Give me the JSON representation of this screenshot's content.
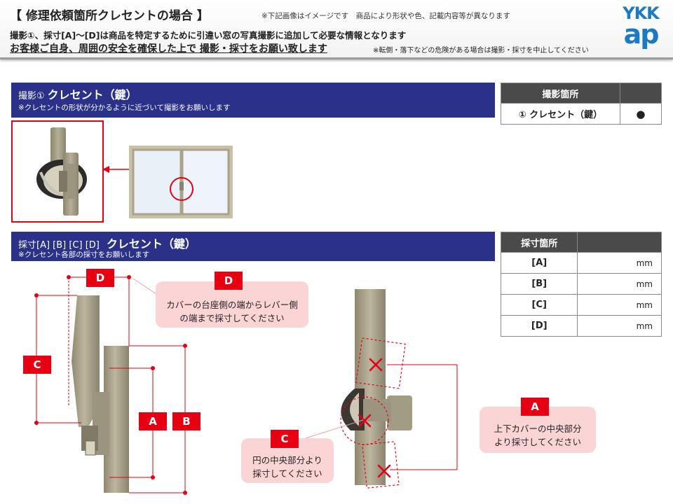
{
  "header": {
    "title": "【 修理依頼箇所クレセントの場合 】",
    "title_note": "※下記画像はイメージです　商品により形状や色、記載内容等が異なります",
    "line1": "撮影①、採寸[A]～[D]は商品を特定するために引違い窓の写真撮影に追加して必要な情報となります",
    "line2": "お客様ご自身、周囲の安全を確保した上で 撮影・採寸をお願い致します",
    "line2_note": "※転倒・落下などの危険がある場合は撮影・採寸を中止してください",
    "logo_top": "YKK",
    "logo_bottom": "ap"
  },
  "photo_section": {
    "prefix": "撮影①",
    "title": "クレセント（鍵）",
    "subtitle": "※クレセントの形状が分かるように近づいて撮影をお願いします"
  },
  "photo_table": {
    "header": "撮影箇所",
    "row_label": "① クレセント（鍵）",
    "row_mark": "●"
  },
  "measure_section": {
    "prefix": "採寸[A] [B] [C] [D]",
    "title": "クレセント（鍵）",
    "subtitle": "※クレセント各部の採寸をお願いします"
  },
  "measure_table": {
    "header": "採寸箇所",
    "rows": [
      {
        "label": "[A]",
        "unit": "mm"
      },
      {
        "label": "[B]",
        "unit": "mm"
      },
      {
        "label": "[C]",
        "unit": "mm"
      },
      {
        "label": "[D]",
        "unit": "mm"
      }
    ]
  },
  "labels": {
    "A": "A",
    "B": "B",
    "C": "C",
    "D": "D"
  },
  "callouts": {
    "D": "カバーの台座側の端からレバー側の端まで採寸してください",
    "D_line1": "カバーの台座側の端からレバー側",
    "D_line2": "の端まで採寸してください",
    "A_line1": "上下カバーの中央部分",
    "A_line2": "より採寸してください",
    "C_line1": "円の中央部分より",
    "C_line2": "採寸してください"
  },
  "colors": {
    "accent_red": "#e60012",
    "banner_navy": "#2b3088",
    "callout_pink": "#fbd4d6",
    "crescent": "#a9a28a",
    "logo_blue": "#1a7ac4"
  }
}
